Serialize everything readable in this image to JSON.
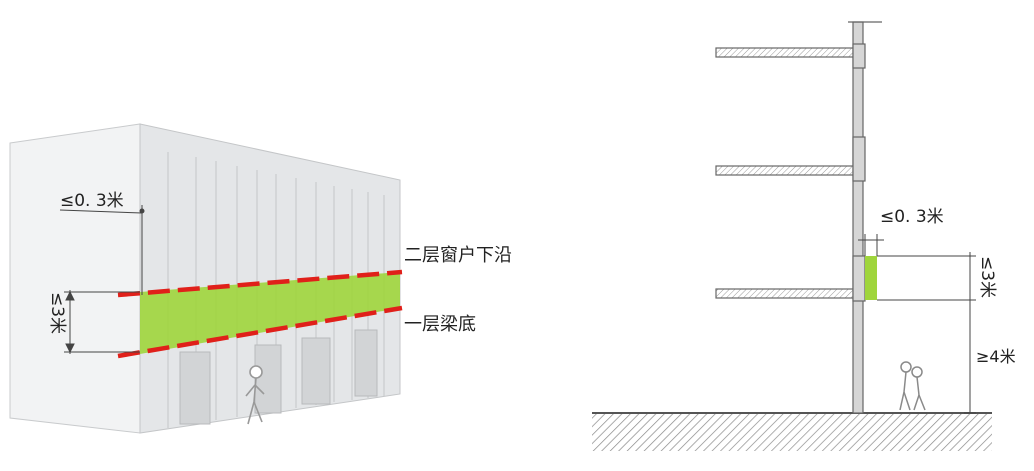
{
  "left_panel": {
    "dim_top": "≤0. 3米",
    "dim_height": "≤3米",
    "label_upper_line": "二层窗户下沿",
    "label_lower_line": "一层梁底"
  },
  "right_panel": {
    "dim_top": "≤0. 3米",
    "dim_height": "≤3米",
    "dim_clearance": "≥4米"
  },
  "colors": {
    "canopy_green": "#9fd53c",
    "dash_red": "#e0201a",
    "wall_gray": "#e4e6e8",
    "line_dark": "#555555",
    "hatch": "#8a8a8a"
  }
}
